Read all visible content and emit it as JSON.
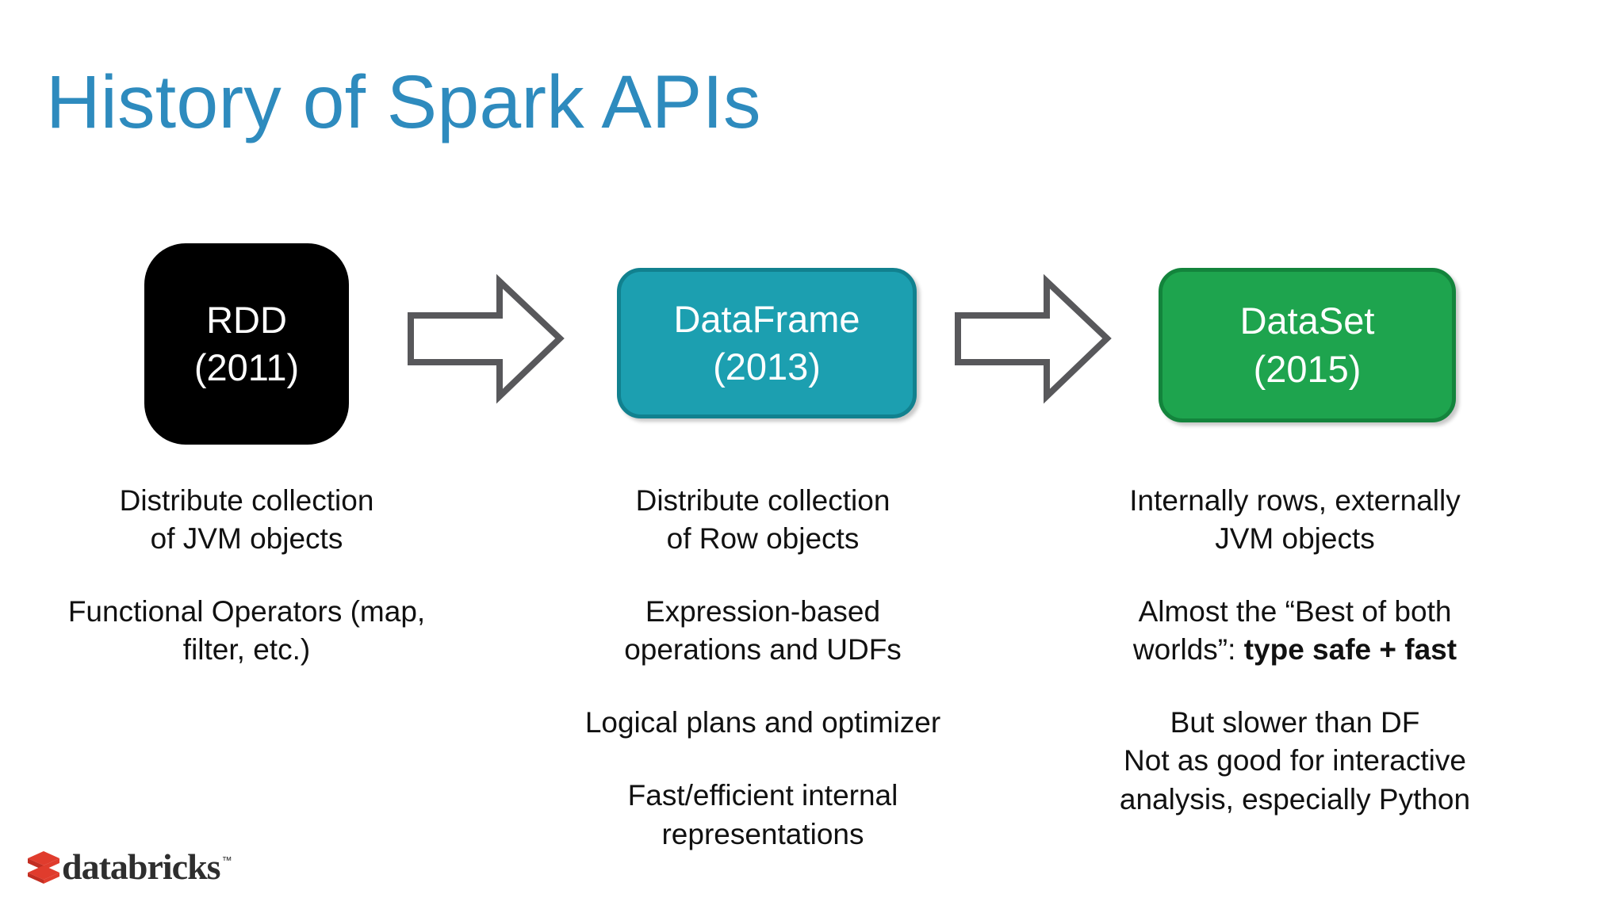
{
  "slide": {
    "title": "History of Spark APIs",
    "title_color": "#2e8bbe",
    "background_color": "#ffffff"
  },
  "flow": {
    "arrow_icon_name": "right-block-arrow-icon",
    "arrow_color": "#58585b",
    "boxes": [
      {
        "id": "rdd",
        "name": "RDD",
        "year": "(2011)",
        "fill": "#000000",
        "border": "#000000",
        "text_color": "#ffffff"
      },
      {
        "id": "dataframe",
        "name": "DataFrame",
        "year": "(2013)",
        "fill": "#1c9fb0",
        "border": "#11818f",
        "text_color": "#ffffff"
      },
      {
        "id": "dataset",
        "name": "DataSet",
        "year": "(2015)",
        "fill": "#1ea44e",
        "border": "#13843c",
        "text_color": "#ffffff"
      }
    ]
  },
  "columns": [
    {
      "id": "rdd-notes",
      "paragraphs": [
        "Distribute collection\nof JVM objects",
        "Functional Operators (map,\nfilter, etc.)"
      ]
    },
    {
      "id": "dataframe-notes",
      "paragraphs": [
        "Distribute collection\nof Row objects",
        "Expression-based\noperations and UDFs",
        "Logical plans and optimizer",
        "Fast/efficient internal\nrepresentations"
      ]
    },
    {
      "id": "dataset-notes",
      "paragraphs": [
        "Internally rows, externally\nJVM objects",
        "Almost the “Best of both\nworlds”: ",
        "But slower than DF\nNot as good for interactive\nanalysis, especially Python"
      ],
      "bold_fragment": "type safe + fast"
    }
  ],
  "logo": {
    "wordmark": "databricks",
    "trademark": "™",
    "mark_icon_name": "databricks-stacked-slabs-icon",
    "mark_color": "#e03c2d",
    "word_color": "#2e2e2e"
  }
}
